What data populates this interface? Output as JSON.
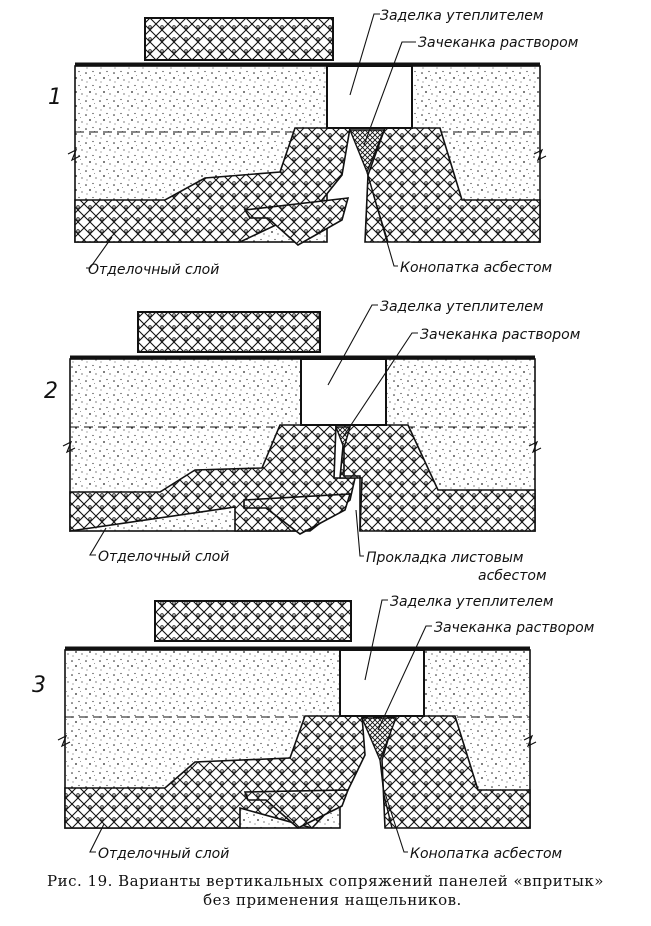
{
  "figure": {
    "caption_line1": "Рис. 19. Варианты вертикальных сопряжений панелей «впритык»",
    "caption_line2": "без применения нащельников."
  },
  "diagrams": [
    {
      "number": "1",
      "labels": {
        "insulation": "Заделка утеплителем",
        "mortar": "Зачеканка раствором",
        "finish": "Отделочный слой",
        "seal": "Конопатка асбестом"
      }
    },
    {
      "number": "2",
      "labels": {
        "insulation": "Заделка утеплителем",
        "mortar": "Зачеканка раствором",
        "finish": "Отделочный слой",
        "seal_line1": "Прокладка листовым",
        "seal_line2": "асбестом"
      }
    },
    {
      "number": "3",
      "labels": {
        "insulation": "Заделка утеплителем",
        "mortar": "Зачеканка раствором",
        "finish": "Отделочный слой",
        "seal": "Конопатка асбестом"
      }
    }
  ],
  "colors": {
    "ink": "#111111",
    "paper": "#ffffff"
  }
}
